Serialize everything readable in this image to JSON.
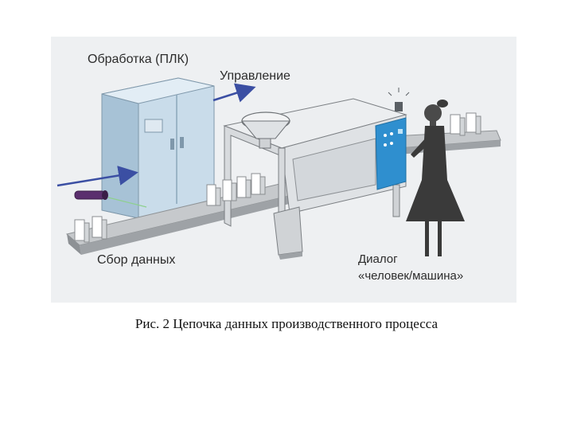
{
  "diagram": {
    "labels": {
      "processing": "Обработка (ПЛК)",
      "control": "Управление",
      "data_collection": "Сбор данных",
      "dialog_line1": "Диалог",
      "dialog_line2": "«человек/машина»"
    }
  },
  "caption": "Рис. 2 Цепочка данных производственного процесса",
  "colors": {
    "background": "#eef0f2",
    "cabinet": "#c9dcea",
    "cabinet_side": "#a7c2d6",
    "machine": "#e4e6e8",
    "conveyor": "#b9bcbf",
    "arrow": "#3b4fa3",
    "panel": "#2f8fcf",
    "person": "#3a3a3a"
  }
}
